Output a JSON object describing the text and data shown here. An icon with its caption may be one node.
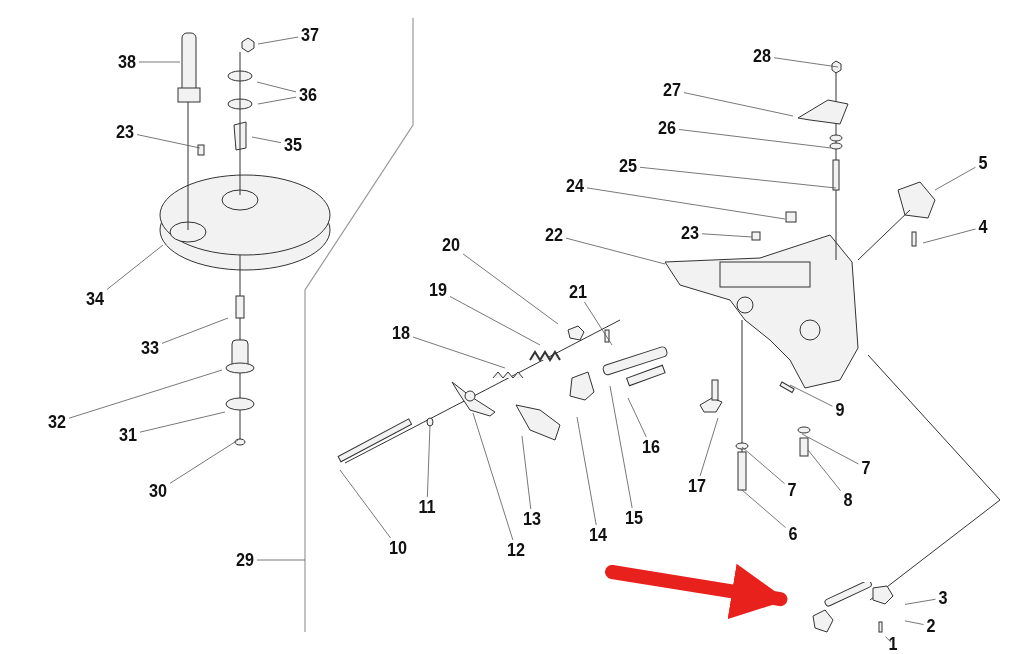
{
  "diagram": {
    "nodes": [
      {
        "text": [
          "37"
        ]
      },
      {
        "text": [
          "38"
        ]
      },
      {
        "text": [
          "28"
        ]
      },
      {
        "text": [
          "27"
        ]
      },
      {
        "text": [
          "36"
        ]
      },
      {
        "text": [
          "26"
        ]
      },
      {
        "text": [
          "23"
        ]
      },
      {
        "text": [
          "35"
        ]
      },
      {
        "text": [
          "5"
        ]
      },
      {
        "text": [
          "25"
        ]
      },
      {
        "text": [
          "24"
        ]
      },
      {
        "text": [
          "4"
        ]
      },
      {
        "text": [
          "22"
        ]
      },
      {
        "text": [
          "23"
        ]
      },
      {
        "text": [
          "20"
        ]
      },
      {
        "text": [
          "19"
        ]
      },
      {
        "text": [
          "21"
        ]
      },
      {
        "text": [
          "34"
        ]
      },
      {
        "text": [
          "33"
        ]
      },
      {
        "text": [
          "18"
        ]
      },
      {
        "text": [
          "32"
        ]
      },
      {
        "text": [
          "9"
        ]
      },
      {
        "text": [
          "31"
        ]
      },
      {
        "text": [
          "7"
        ]
      },
      {
        "text": [
          "7"
        ]
      },
      {
        "text": [
          "17"
        ]
      },
      {
        "text": [
          "16"
        ]
      },
      {
        "text": [
          "8"
        ]
      },
      {
        "text": [
          "30"
        ]
      },
      {
        "text": [
          "11"
        ]
      },
      {
        "text": [
          "13"
        ]
      },
      {
        "text": [
          "15"
        ]
      },
      {
        "text": [
          "6"
        ]
      },
      {
        "text": [
          "14"
        ]
      },
      {
        "text": [
          "10"
        ]
      },
      {
        "text": [
          "12"
        ]
      },
      {
        "text": [
          "29"
        ]
      },
      {
        "text": [
          "3"
        ]
      },
      {
        "text": [
          "2"
        ]
      },
      {
        "text": [
          "1"
        ]
      },
      {
        "text": [],
        "shape": "picture"
      }
    ],
    "edges": [
      {
        "from": 0,
        "to": null,
        "arrow": "none"
      },
      {
        "from": 1,
        "to": null,
        "arrow": "none"
      },
      {
        "from": 2,
        "to": null,
        "arrow": "none"
      },
      {
        "from": 3,
        "to": null,
        "arrow": "none"
      },
      {
        "from": 4,
        "to": null,
        "arrow": "none"
      },
      {
        "from": 4,
        "to": null,
        "arrow": "none"
      },
      {
        "from": 5,
        "to": null,
        "arrow": "none"
      },
      {
        "from": 6,
        "to": null,
        "arrow": "none"
      },
      {
        "from": 7,
        "to": null,
        "arrow": "none"
      },
      {
        "from": 8,
        "to": null,
        "arrow": "none"
      },
      {
        "from": 9,
        "to": null,
        "arrow": "none"
      },
      {
        "from": 10,
        "to": null,
        "arrow": "none"
      },
      {
        "from": 11,
        "to": null,
        "arrow": "none"
      },
      {
        "from": 12,
        "to": null,
        "arrow": "none"
      },
      {
        "from": 13,
        "to": null,
        "arrow": "none"
      },
      {
        "from": 14,
        "to": null,
        "arrow": "none"
      },
      {
        "from": 15,
        "to": null,
        "arrow": "none"
      },
      {
        "from": 16,
        "to": null,
        "arrow": "none"
      },
      {
        "from": 17,
        "to": null,
        "arrow": "none"
      },
      {
        "from": 18,
        "to": null,
        "arrow": "none"
      },
      {
        "from": 19,
        "to": null,
        "arrow": "none"
      },
      {
        "from": 20,
        "to": null,
        "arrow": "none"
      },
      {
        "from": 21,
        "to": null,
        "arrow": "none"
      },
      {
        "from": 22,
        "to": null,
        "arrow": "none"
      },
      {
        "from": 23,
        "to": null,
        "arrow": "none"
      },
      {
        "from": 24,
        "to": null,
        "arrow": "none"
      },
      {
        "from": 25,
        "to": null,
        "arrow": "none"
      },
      {
        "from": 26,
        "to": null,
        "arrow": "none"
      },
      {
        "from": 27,
        "to": null,
        "arrow": "none"
      },
      {
        "from": 28,
        "to": null,
        "arrow": "none"
      },
      {
        "from": 29,
        "to": null,
        "arrow": "none"
      },
      {
        "from": 30,
        "to": null,
        "arrow": "none"
      },
      {
        "from": 31,
        "to": null,
        "arrow": "none"
      },
      {
        "from": 32,
        "to": null,
        "arrow": "none"
      },
      {
        "from": 33,
        "to": null,
        "arrow": "none"
      },
      {
        "from": 34,
        "to": null,
        "arrow": "none"
      },
      {
        "from": 35,
        "to": null,
        "arrow": "none"
      },
      {
        "from": 36,
        "to": null,
        "arrow": "none"
      },
      {
        "from": 37,
        "to": 40,
        "arrow": "none"
      },
      {
        "from": 38,
        "to": 40,
        "arrow": "none"
      },
      {
        "from": 39,
        "to": 40,
        "arrow": "none"
      },
      {
        "from": null,
        "to": 40,
        "arrow": "to",
        "style": "thick",
        "color": "#e8211d"
      }
    ]
  }
}
